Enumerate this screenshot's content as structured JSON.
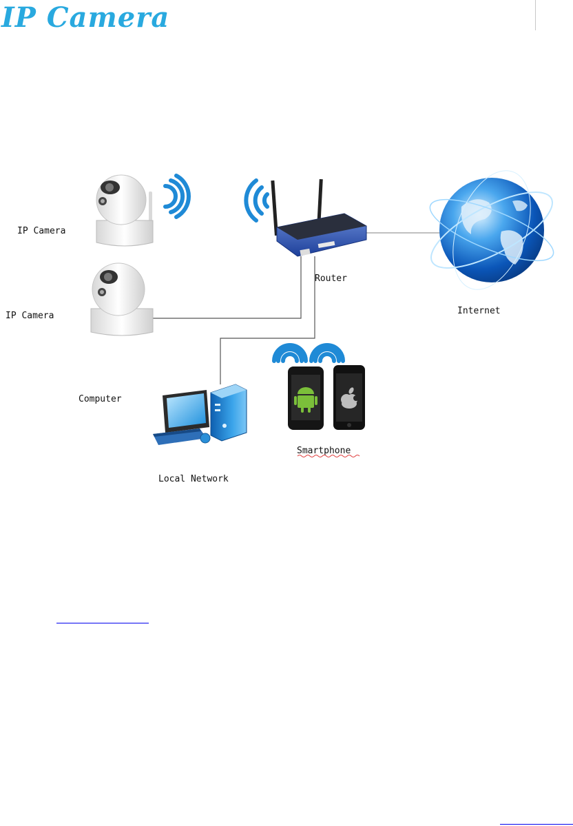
{
  "brand": {
    "title": "IP Camera",
    "color": "#29a9df"
  },
  "diagram": {
    "labels": {
      "camera_1": "IP Camera",
      "camera_2": "IP Camera",
      "router": "Router",
      "internet": "Internet",
      "computer": "Computer",
      "smartphone": "Smartphone",
      "local_network": "Local Network"
    }
  },
  "colors": {
    "accent": "#1f8ad6",
    "link": "#0000ee"
  }
}
